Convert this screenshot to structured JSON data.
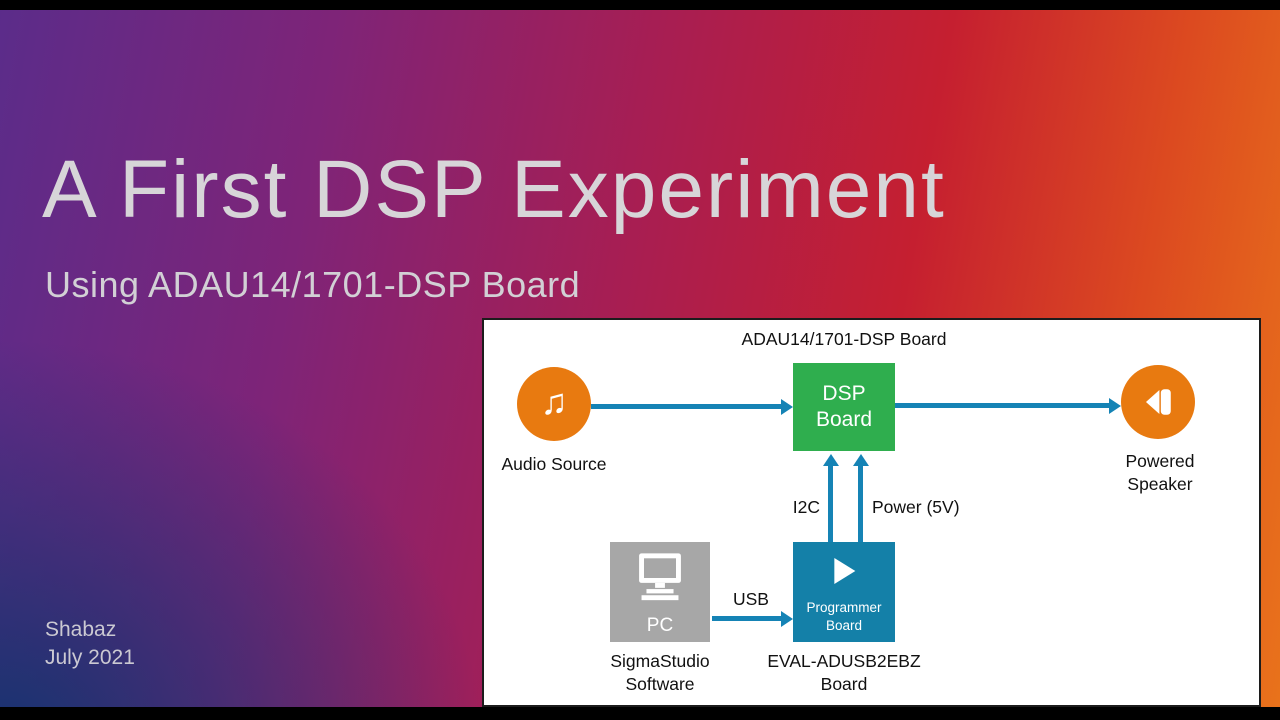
{
  "slide": {
    "title": "A First DSP Experiment",
    "subtitle": "Using ADAU14/1701-DSP Board",
    "author": "Shabaz",
    "date": "July 2021"
  },
  "diagram": {
    "title": "ADAU14/1701-DSP Board",
    "audio_source": {
      "label": "Audio Source"
    },
    "dsp_board": {
      "label": "DSP Board"
    },
    "powered_speaker": {
      "label": "Powered Speaker"
    },
    "pc": {
      "label": "PC",
      "caption": "SigmaStudio Software"
    },
    "programmer": {
      "label": "Programmer Board",
      "caption": "EVAL-ADUSB2EBZ Board"
    },
    "connections": {
      "i2c": "I2C",
      "power": "Power (5V)",
      "usb": "USB"
    },
    "colors": {
      "arrow_blue": "#1583b5",
      "dsp_green": "#2fae4e",
      "node_orange": "#e87a10",
      "pc_gray": "#a7a7a7",
      "programmer_teal": "#1480a8",
      "panel_bg": "#ffffff",
      "title_text": "#d7d5d8"
    }
  }
}
